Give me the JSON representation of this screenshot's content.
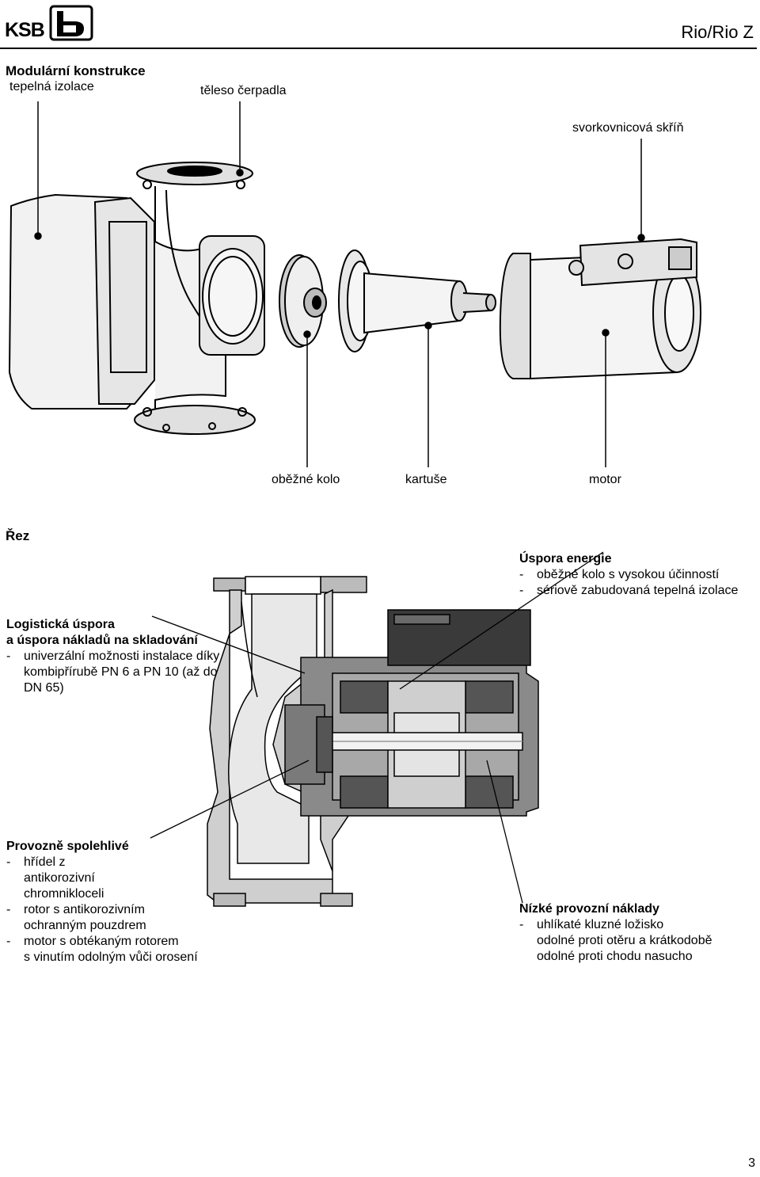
{
  "header": {
    "brand": "KSB",
    "title": "Rio/Rio Z"
  },
  "exploded": {
    "heading": "Modulární konstrukce",
    "labels": {
      "insulation": "tepelná izolace",
      "body": "těleso čerpadla",
      "terminal_box": "svorkovnicová skříň",
      "impeller": "oběžné kolo",
      "cartridge": "kartuše",
      "motor": "motor"
    }
  },
  "section": {
    "heading": "Řez",
    "energy": {
      "title": "Úspora energie",
      "items": [
        "oběžné kolo s vysokou účinností",
        "sériově zabudovaná tepelná izolace"
      ]
    },
    "logistics": {
      "title_line1": "Logistická úspora",
      "title_line2": "a úspora nákladů na skladování",
      "items": [
        "univerzální možnosti instalace díky",
        "kombipřírubě  PN 6 a PN 10 (až do",
        "DN 65)"
      ]
    },
    "reliable": {
      "title": "Provozně spolehlivé",
      "items": [
        [
          "hřídel z",
          "antikorozivní",
          "chromnikloceli"
        ],
        [
          "rotor s antikorozivním",
          "ochranným pouzdrem"
        ],
        [
          "motor s obtékaným rotorem",
          "s vinutím odolným vůči orosení"
        ]
      ]
    },
    "costs": {
      "title": "Nízké provozní náklady",
      "items": [
        "uhlíkaté kluzné ložisko",
        "odolné proti otěru a krátkodobě",
        "odolné proti chodu nasucho"
      ]
    }
  },
  "footer": {
    "page_number": "3"
  },
  "colors": {
    "rule": "#000000",
    "section_dark": "#3a3a3a",
    "section_mid": "#8a8a8a",
    "section_light": "#cfcfcf"
  },
  "icons": {
    "logo": "ksb-b-logo"
  }
}
